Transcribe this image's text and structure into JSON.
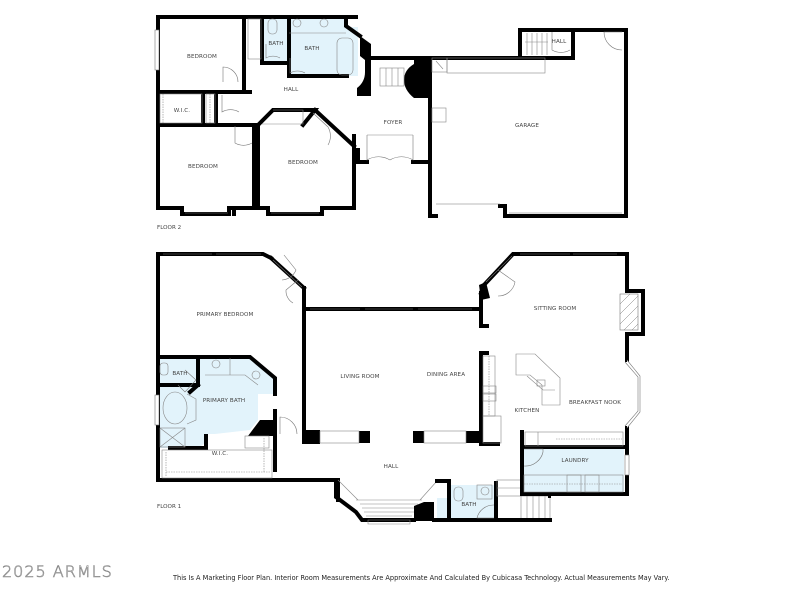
{
  "floor_plan": {
    "floors": [
      {
        "label": "FLOOR 2",
        "rooms": [
          {
            "name": "BEDROOM",
            "id": "bedroom-upper-left"
          },
          {
            "name": "BATH",
            "id": "bath-small"
          },
          {
            "name": "BATH",
            "id": "bath-main"
          },
          {
            "name": "HALL",
            "id": "hall-upper"
          },
          {
            "name": "W.I.C.",
            "id": "wic-upper"
          },
          {
            "name": "BEDROOM",
            "id": "bedroom-lower-left"
          },
          {
            "name": "BEDROOM",
            "id": "bedroom-middle"
          },
          {
            "name": "FOYER",
            "id": "foyer"
          },
          {
            "name": "HALL",
            "id": "hall-garage"
          },
          {
            "name": "GARAGE",
            "id": "garage"
          }
        ]
      },
      {
        "label": "FLOOR 1",
        "rooms": [
          {
            "name": "PRIMARY BEDROOM",
            "id": "primary-bedroom"
          },
          {
            "name": "BATH",
            "id": "primary-toilet"
          },
          {
            "name": "PRIMARY BATH",
            "id": "primary-bath"
          },
          {
            "name": "W.I.C.",
            "id": "primary-wic"
          },
          {
            "name": "LIVING ROOM",
            "id": "living-room"
          },
          {
            "name": "DINING AREA",
            "id": "dining-area"
          },
          {
            "name": "SITTING ROOM",
            "id": "sitting-room"
          },
          {
            "name": "KITCHEN",
            "id": "kitchen"
          },
          {
            "name": "BREAKFAST NOOK",
            "id": "breakfast-nook"
          },
          {
            "name": "HALL",
            "id": "hall-lower"
          },
          {
            "name": "BATH",
            "id": "half-bath"
          },
          {
            "name": "LAUNDRY",
            "id": "laundry"
          }
        ]
      }
    ],
    "colors": {
      "wall": "#000000",
      "wet_room_fill": "#e2f3fb",
      "fixture_line": "#888888"
    }
  },
  "footer": {
    "watermark": "2025 ARMLS",
    "disclaimer": "This Is A Marketing Floor Plan. Interior Room Measurements Are Approximate And Calculated By Cubicasa Technology. Actual Measurements May Vary."
  }
}
